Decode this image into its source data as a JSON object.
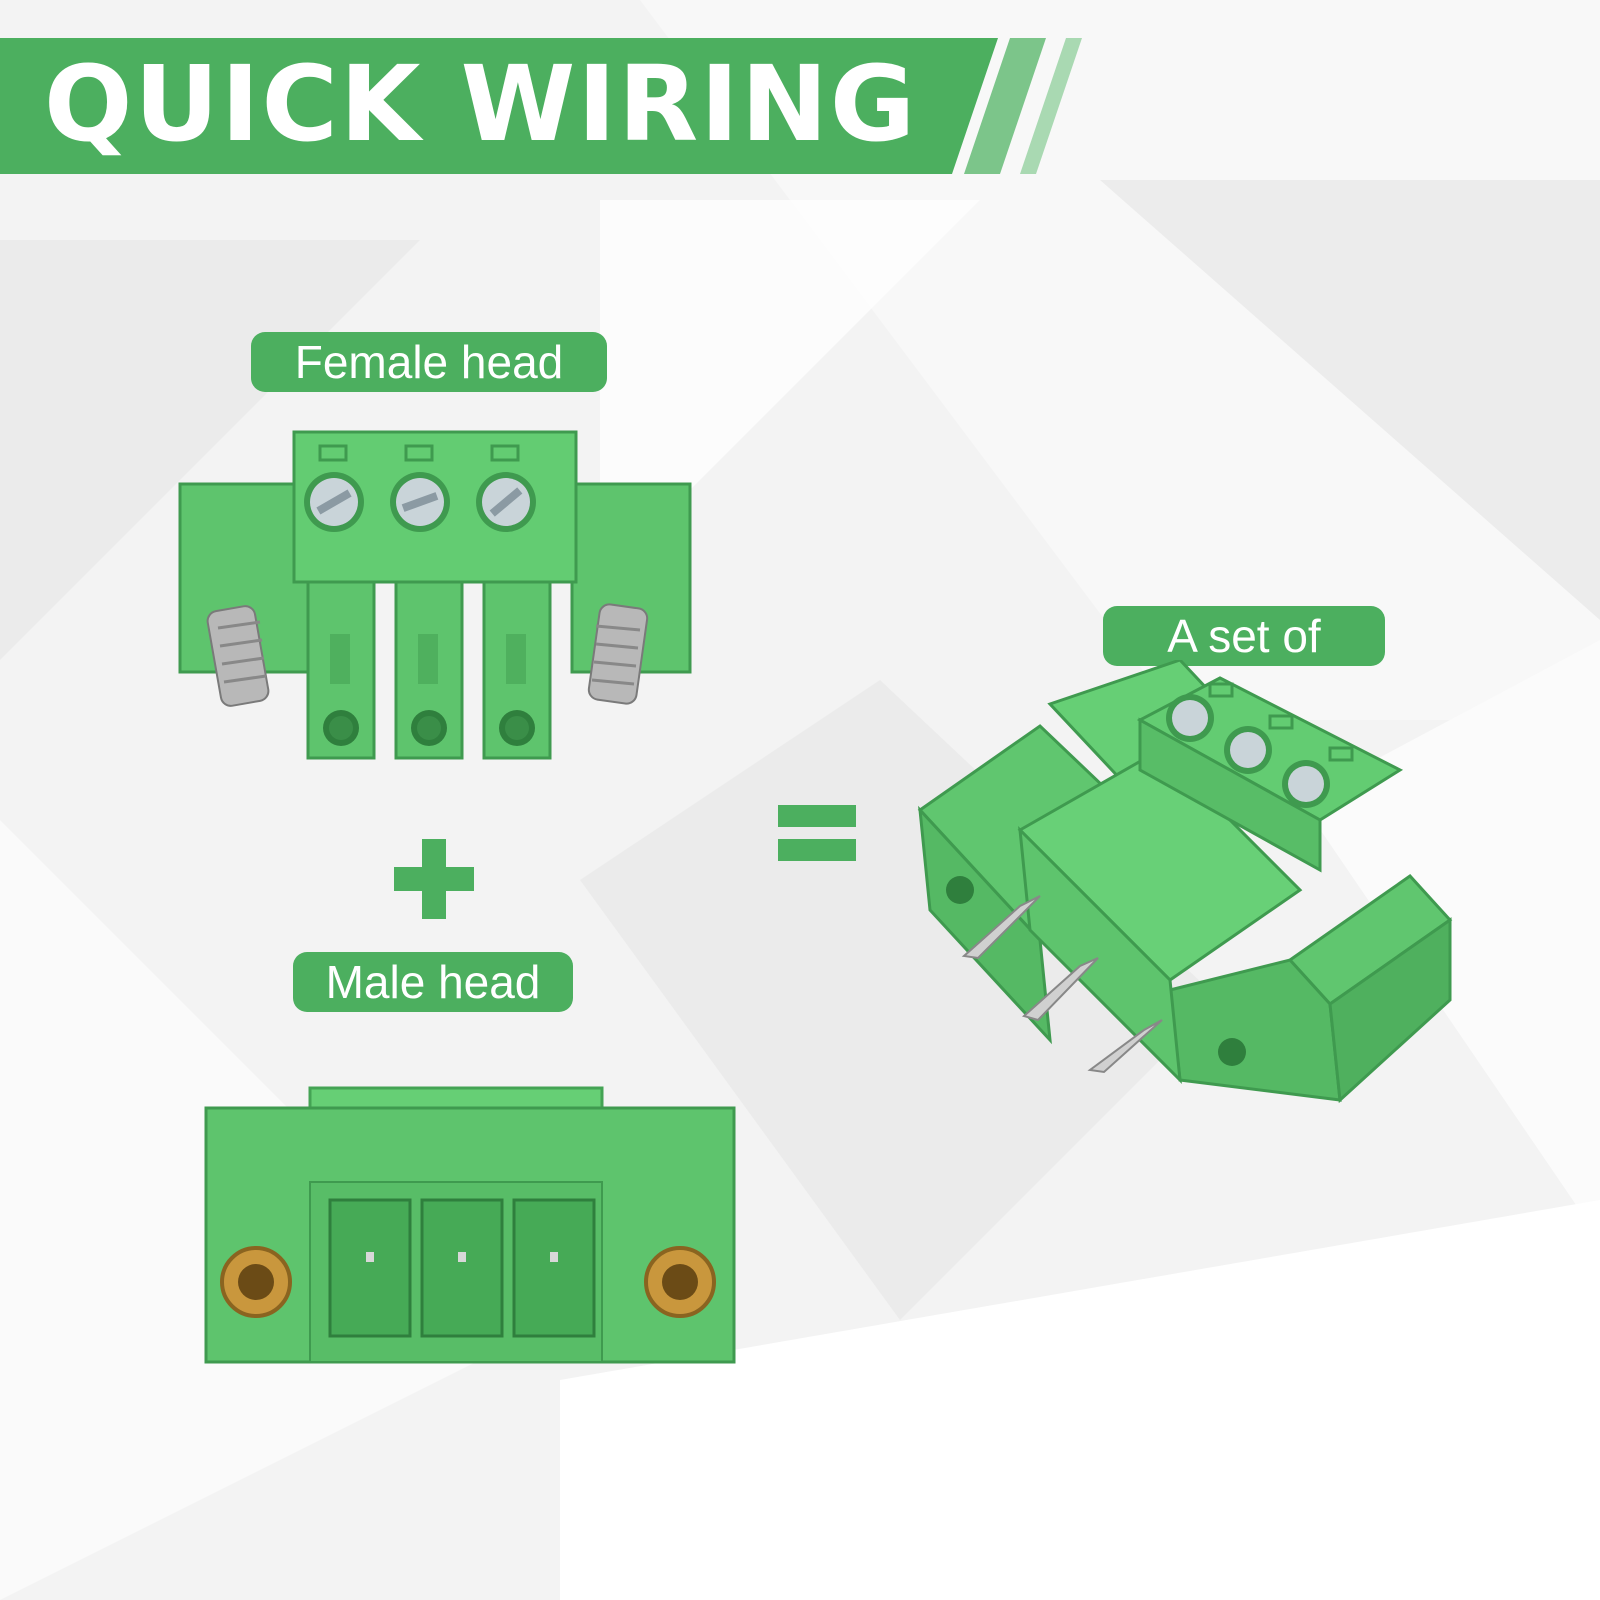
{
  "banner": {
    "title": "QUICK WIRING"
  },
  "labels": {
    "female": "Female head",
    "male": "Male head",
    "set": "A set of"
  },
  "colors": {
    "brand_green": "#4caf5f",
    "connector_green": "#5ec46d",
    "connector_dark": "#3f9a4f",
    "background": "#f4f4f4"
  },
  "icons": {
    "plus": "plus-icon",
    "equals": "equals-icon"
  }
}
